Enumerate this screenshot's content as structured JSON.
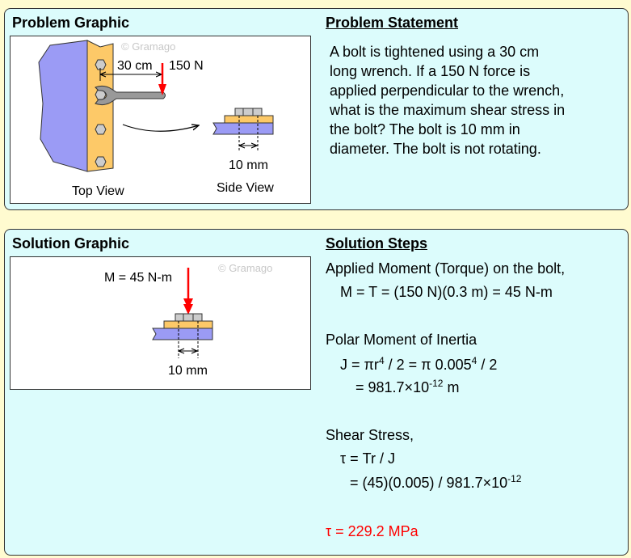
{
  "problem": {
    "graphic_title": "Problem Graphic",
    "statement_title": "Problem Statement",
    "statement_lines": [
      "A bolt is tightened using a 30 cm",
      "long wrench. If a 150 N force is",
      "applied perpendicular to the wrench,",
      "what is the maximum shear stress in",
      "the bolt? The bolt is 10 mm in",
      "diameter. The bolt is not rotating."
    ],
    "graphic": {
      "watermark": "© Gramago",
      "length_label": "30 cm",
      "force_label": "150 N",
      "diameter_label": "10 mm",
      "top_view_label": "Top View",
      "side_view_label": "Side View"
    }
  },
  "solution": {
    "graphic_title": "Solution Graphic",
    "steps_title": "Solution Steps",
    "graphic": {
      "watermark": "© Gramago",
      "moment_label": "M = 45 N-m",
      "diameter_label": "10 mm"
    },
    "steps": {
      "s1": "Applied Moment (Torque) on the bolt,",
      "s2": "M = T = (150 N)(0.3 m) = 45 N-m",
      "s3": "Polar Moment of Inertia",
      "s4a": "J = πr",
      "s4b": "4",
      "s4c": " / 2 = π 0.005",
      "s4d": "4",
      "s4e": " / 2",
      "s5a": "= 981.7×10",
      "s5b": "-12",
      "s5c": " m",
      "s6": "Shear Stress,",
      "s7": "τ = Tr / J",
      "s8a": "= (45)(0.005) / 981.7×10",
      "s8b": "-12",
      "answer": "τ = 229.2 MPa"
    }
  },
  "colors": {
    "panel": "#dcfcfc",
    "background": "#fffbd0",
    "answer": "#ff0000",
    "plate": "#9b9bf5",
    "bar": "#fdc968"
  }
}
